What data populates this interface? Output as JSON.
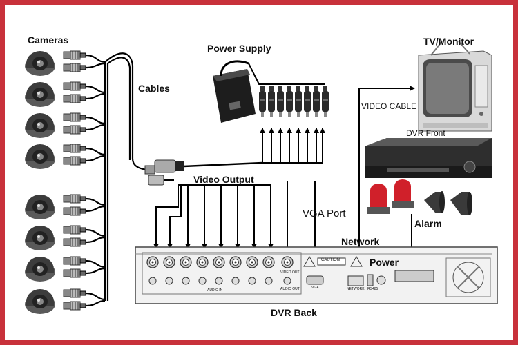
{
  "labels": {
    "cameras": "Cameras",
    "cables": "Cables",
    "power_supply": "Power Supply",
    "tv_monitor": "TV/Monitor",
    "video_cable": "VIDEO CABLE",
    "dvr_front": "DVR Front",
    "video_output": "Video Output",
    "vga_port": "VGA Port",
    "alarm": "Alarm",
    "network": "Network",
    "power": "Power",
    "dvr_back": "DVR Back"
  },
  "panel_text": {
    "caution": "CAUTION",
    "vga": "VGA",
    "network": "NETWORK",
    "rs485": "RS485",
    "audio_out": "AUDIO OUT",
    "video_out": "VIDEO OUT",
    "audio_in": "AUDIO IN"
  },
  "colors": {
    "frame": "#c8313b",
    "camera_body": "#4a4a4a",
    "alarm_red": "#d0202a",
    "dvr_black": "#1e1e1e"
  },
  "counts": {
    "cameras": 8
  }
}
